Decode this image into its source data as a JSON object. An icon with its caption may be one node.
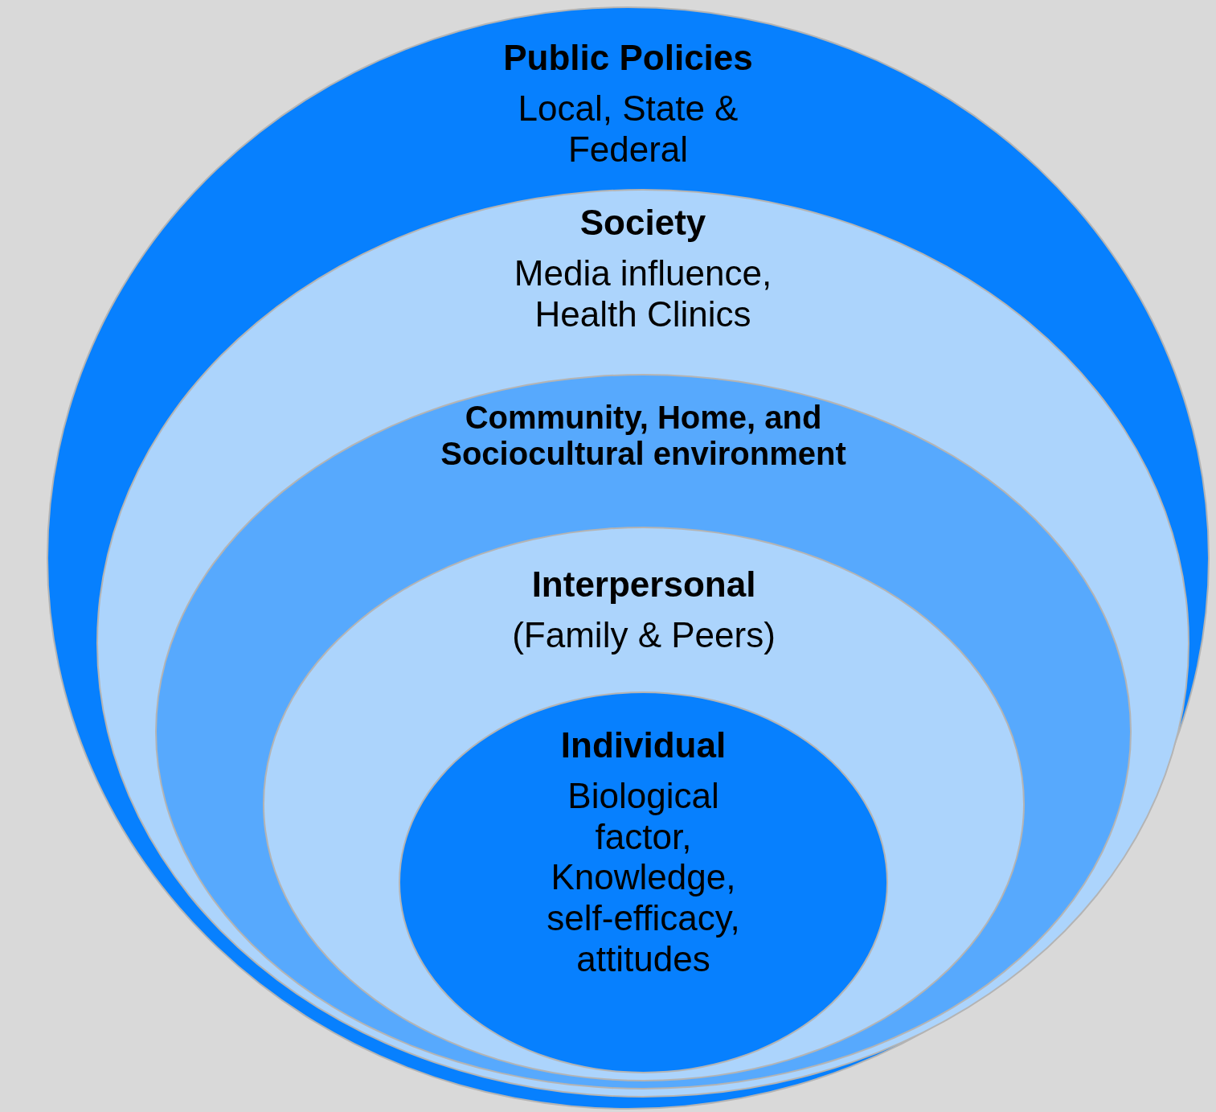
{
  "diagram": {
    "nodes": [
      {
        "text": [
          "Public Policies",
          "Local, State & Federal"
        ]
      },
      {
        "text": [
          "Society",
          "Media influence, Health Clinics"
        ],
        "in": 0
      },
      {
        "text": [
          "Community, Home, and Sociocultural environment"
        ],
        "in": 1
      },
      {
        "text": [
          "Interpersonal",
          "(Family & Peers)"
        ],
        "in": 2
      },
      {
        "text": [
          "Individual",
          "Biological factor, Knowledge, self-efficacy, attitudes"
        ],
        "in": 3
      }
    ]
  }
}
